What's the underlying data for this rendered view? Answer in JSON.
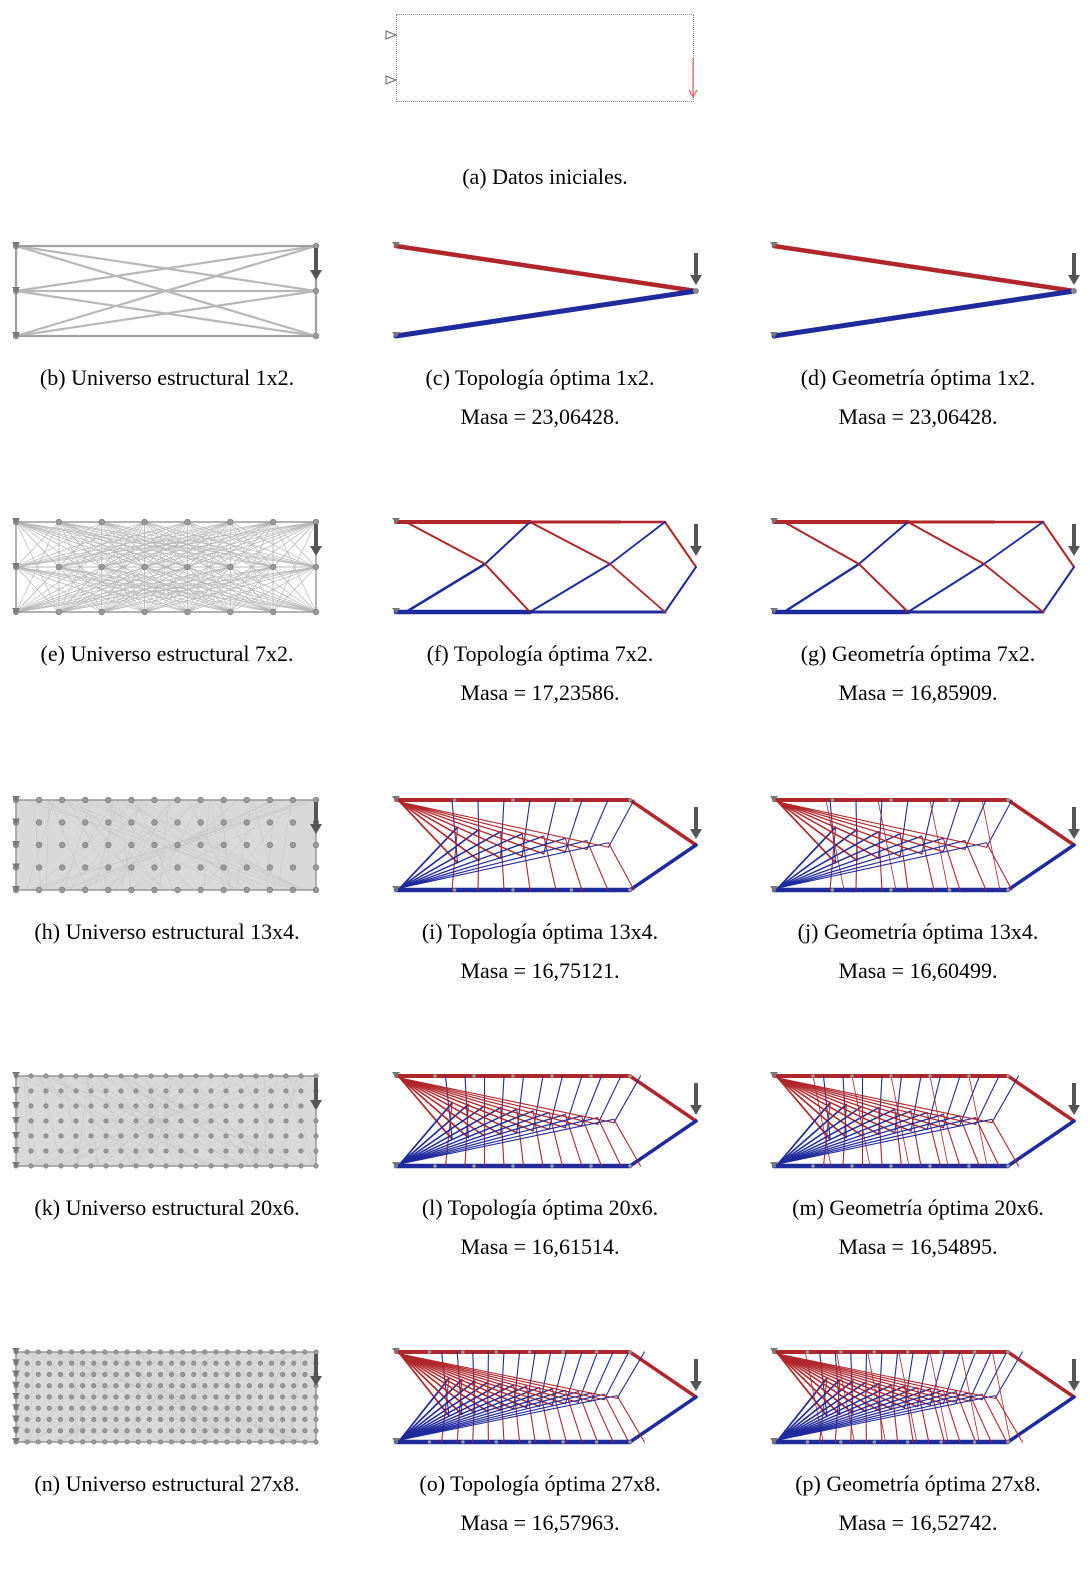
{
  "initial": {
    "caption": "(a) Datos iniciales."
  },
  "rows": [
    {
      "universe": {
        "caption": "(b) Universo estructural 1x2.",
        "grid": [
          1,
          2
        ]
      },
      "topology": {
        "caption": "(c) Topología óptima 1x2.",
        "mass": "Masa = 23,06428."
      },
      "geometry": {
        "caption": "(d) Geometría óptima 1x2.",
        "mass": "Masa = 23,06428."
      }
    },
    {
      "universe": {
        "caption": "(e) Universo estructural 7x2.",
        "grid": [
          7,
          2
        ]
      },
      "topology": {
        "caption": "(f) Topología óptima 7x2.",
        "mass": "Masa = 17,23586."
      },
      "geometry": {
        "caption": "(g) Geometría óptima 7x2.",
        "mass": "Masa = 16,85909."
      }
    },
    {
      "universe": {
        "caption": "(h) Universo estructural 13x4.",
        "grid": [
          13,
          4
        ]
      },
      "topology": {
        "caption": "(i) Topología óptima 13x4.",
        "mass": "Masa = 16,75121."
      },
      "geometry": {
        "caption": "(j) Geometría óptima 13x4.",
        "mass": "Masa = 16,60499."
      }
    },
    {
      "universe": {
        "caption": "(k) Universo estructural 20x6.",
        "grid": [
          20,
          6
        ]
      },
      "topology": {
        "caption": "(l) Topología óptima 20x6.",
        "mass": "Masa = 16,61514."
      },
      "geometry": {
        "caption": "(m) Geometría óptima 20x6.",
        "mass": "Masa = 16,54895."
      }
    },
    {
      "universe": {
        "caption": "(n) Universo estructural 27x8.",
        "grid": [
          27,
          8
        ]
      },
      "topology": {
        "caption": "(o) Topología óptima 27x8.",
        "mass": "Masa = 16,57963."
      },
      "geometry": {
        "caption": "(p) Geometría óptima 27x8.",
        "mass": "Masa = 16,52742."
      }
    }
  ],
  "colors": {
    "tension": "#b0262a",
    "compression": "#1f2a9c",
    "universe": "#b8b8b8",
    "load": "#555555",
    "initial_load": "#e86a6a"
  }
}
